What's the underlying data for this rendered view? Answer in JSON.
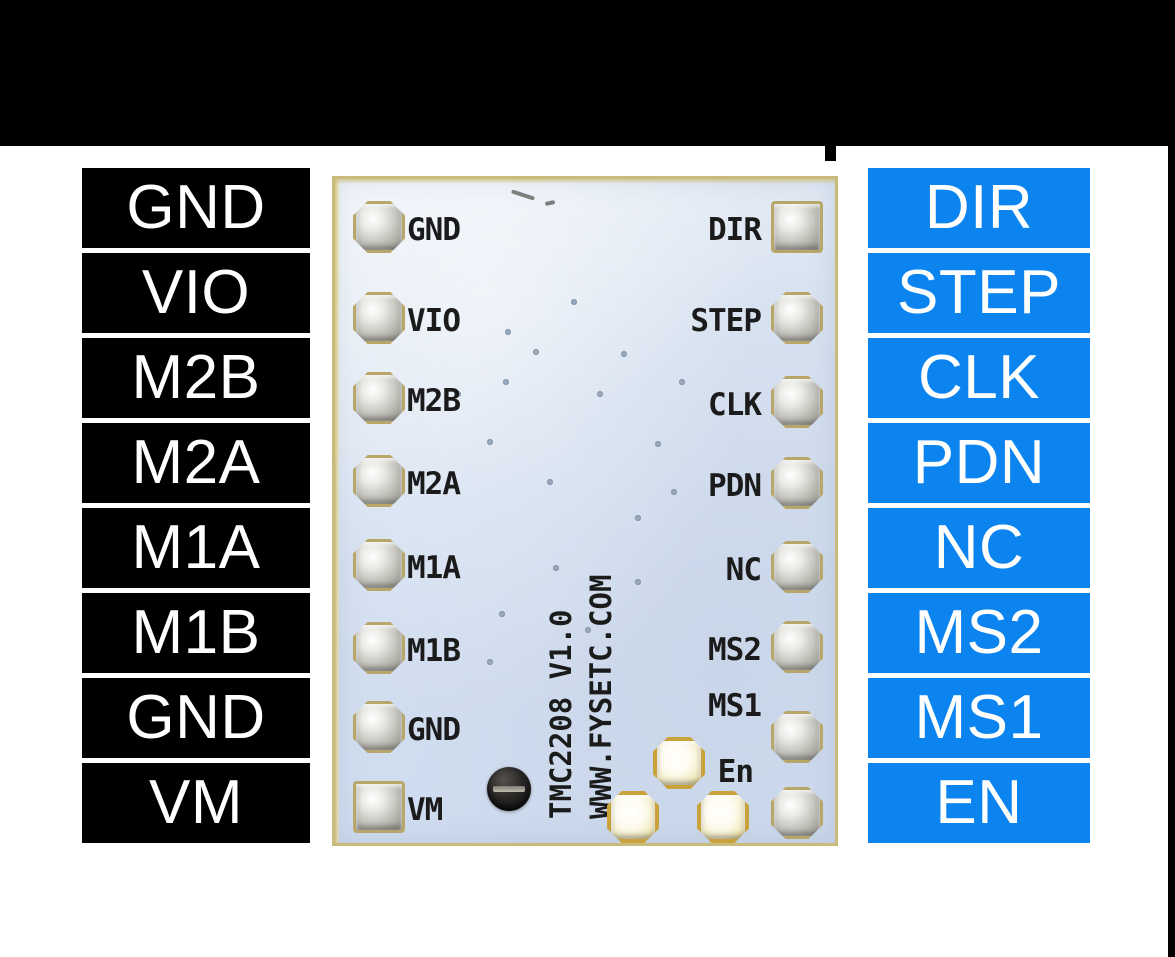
{
  "page": {
    "title": "TMC2208 Stepper Driver Pinout",
    "background": "#ffffff",
    "letterbox_color": "#000000"
  },
  "left_column": {
    "background": "#000000",
    "text_color": "#ffffff",
    "labels": [
      {
        "text": "GND"
      },
      {
        "text": "VIO"
      },
      {
        "text": "M2B"
      },
      {
        "text": "M2A"
      },
      {
        "text": "M1A"
      },
      {
        "text": "M1B"
      },
      {
        "text": "GND"
      },
      {
        "text": "VM"
      }
    ]
  },
  "right_column": {
    "background": "#0b84f0",
    "text_color": "#ffffff",
    "labels": [
      {
        "text": "DIR"
      },
      {
        "text": "STEP"
      },
      {
        "text": "CLK"
      },
      {
        "text": "PDN"
      },
      {
        "text": "NC"
      },
      {
        "text": "MS2"
      },
      {
        "text": "MS1"
      },
      {
        "text": "EN"
      }
    ]
  },
  "pcb": {
    "board_color": "#d7e2f0",
    "silkscreen_color": "#1b1b1b",
    "edge_color": "#c9bb7a",
    "left_pin_silk": [
      "GND",
      "VIO",
      "M2B",
      "M2A",
      "M1A",
      "M1B",
      "GND",
      "VM"
    ],
    "right_pin_silk": [
      "DIR",
      "STEP",
      "CLK",
      "PDN",
      "NC",
      "MS2",
      "MS1",
      "En"
    ],
    "marking_part": "TMC2208 V1.0",
    "marking_url": "WWW.FYSETC.COM"
  }
}
